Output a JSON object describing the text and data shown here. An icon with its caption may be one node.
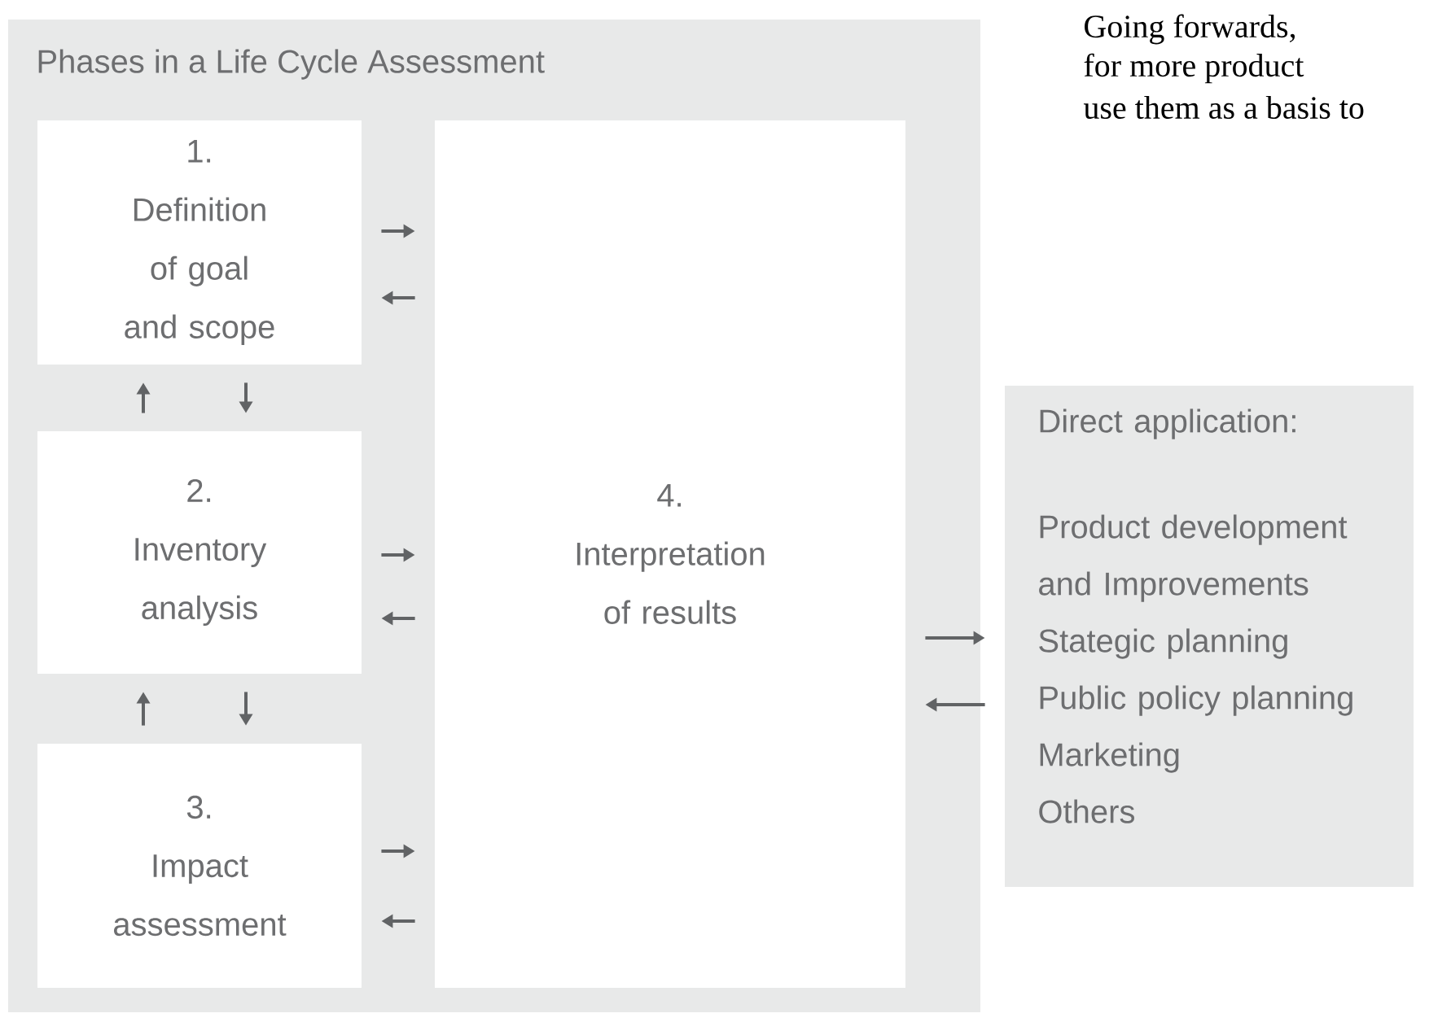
{
  "diagram": {
    "nodes": [
      {
        "text": [
          "Phases in a Life Cycle Assessment"
        ]
      },
      {
        "text": [
          "1.",
          "Definition of goal and scope"
        ],
        "in": 0
      },
      {
        "text": [
          "2.",
          "Inventory analysis"
        ],
        "in": 0
      },
      {
        "text": [
          "3.",
          "Impact assessment"
        ],
        "in": 0
      },
      {
        "text": [
          "4.",
          "Interpretation of results"
        ],
        "in": 0
      },
      {
        "text": [
          "Direct application:",
          "Product development and Improvements",
          "Stategic planning",
          "Public policy planning",
          "Marketing",
          "Others"
        ]
      }
    ],
    "edges": [
      {
        "from": 1,
        "to": 4,
        "arrow": "to"
      },
      {
        "from": 4,
        "to": 1,
        "arrow": "to"
      },
      {
        "from": 2,
        "to": 1,
        "arrow": "to"
      },
      {
        "from": 1,
        "to": 2,
        "arrow": "to"
      },
      {
        "from": 2,
        "to": 4,
        "arrow": "to"
      },
      {
        "from": 4,
        "to": 2,
        "arrow": "to"
      },
      {
        "from": 3,
        "to": 2,
        "arrow": "to"
      },
      {
        "from": 2,
        "to": 3,
        "arrow": "to"
      },
      {
        "from": 3,
        "to": 4,
        "arrow": "to"
      },
      {
        "from": 4,
        "to": 3,
        "arrow": "to"
      },
      {
        "from": 4,
        "to": 5,
        "arrow": "to"
      },
      {
        "from": 5,
        "to": 4,
        "arrow": "to"
      }
    ],
    "labels": [
      "Going forwards,",
      "for more product",
      "use them as a basis to"
    ]
  }
}
